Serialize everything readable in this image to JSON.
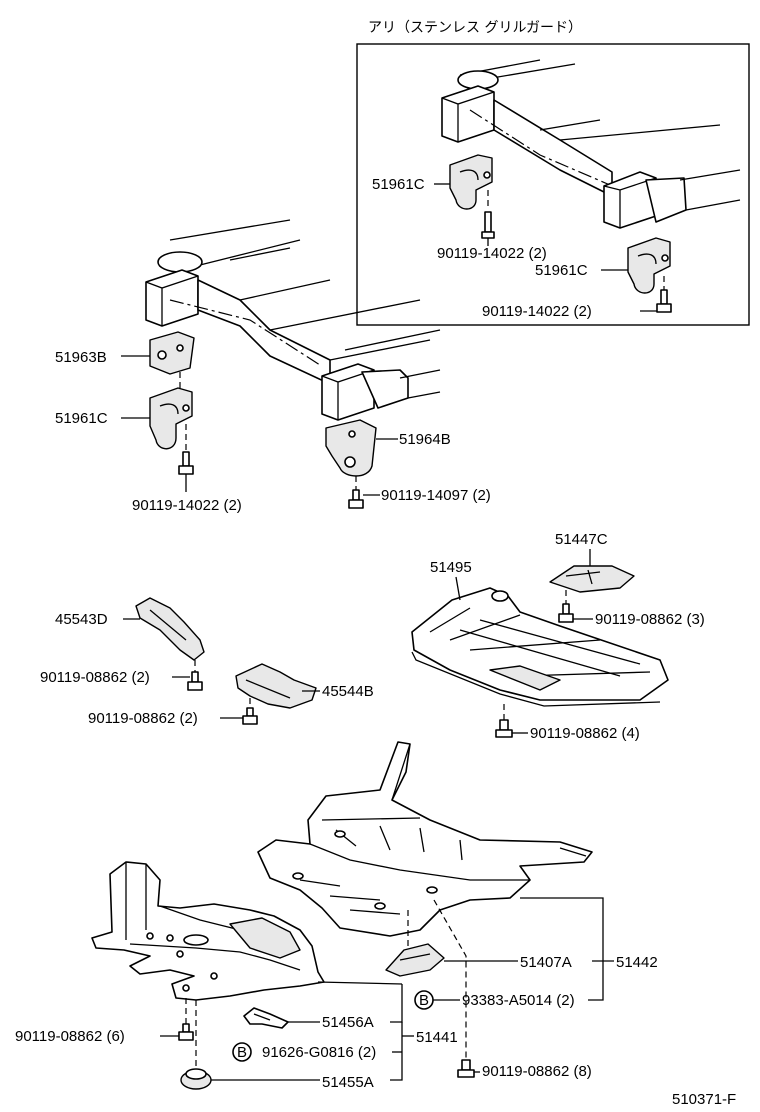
{
  "inset": {
    "title": "アリ（ステンレス グリルガード）",
    "parts": [
      {
        "no": "51961C"
      },
      {
        "no": "90119-14022 (2)"
      },
      {
        "no": "51961C"
      },
      {
        "no": "90119-14022 (2)"
      }
    ]
  },
  "labels": {
    "p51963b": "51963B",
    "p51961c": "51961C",
    "p90119_14022": "90119-14022 (2)",
    "p51964b": "51964B",
    "p90119_14097": "90119-14097 (2)",
    "p51495": "51495",
    "p51447c": "51447C",
    "p90119_08862_3": "90119-08862 (3)",
    "p90119_08862_4": "90119-08862 (4)",
    "p45543d": "45543D",
    "p90119_08862_2a": "90119-08862 (2)",
    "p45544b": "45544B",
    "p90119_08862_2b": "90119-08862 (2)",
    "p51407a": "51407A",
    "p51442": "51442",
    "p93383": "93383-A5014 (2)",
    "p51456a": "51456A",
    "p51441": "51441",
    "p91626": "91626-G0816 (2)",
    "p90119_08862_6": "90119-08862 (6)",
    "p51455a": "51455A",
    "p90119_08862_8": "90119-08862 (8)",
    "circle_b": "B",
    "diagram_id": "510371-F"
  }
}
